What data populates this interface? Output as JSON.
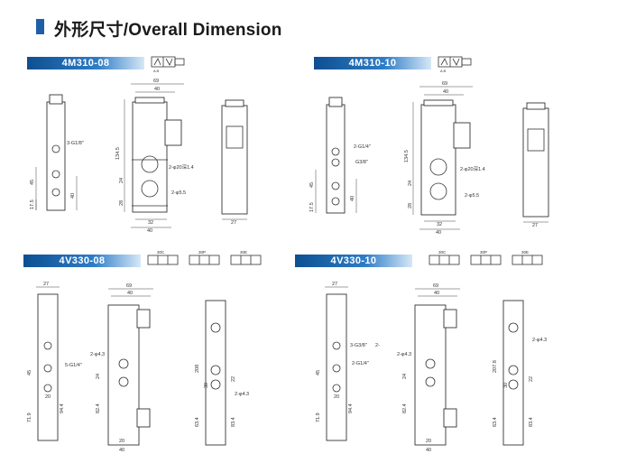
{
  "header": {
    "title": "外形尺寸/Overall Dimension"
  },
  "sections": [
    {
      "model": "4M310-08",
      "labels": {
        "w69": "69",
        "w40": "40",
        "h1345": "134.5",
        "p1": "3-G1/8\"",
        "d45": "45",
        "d175": "17.5",
        "d40": "40",
        "d24": "24",
        "d28": "28",
        "p2": "2-φ20深1.4",
        "p3": "2-φ5.5",
        "b32": "32",
        "b40": "40",
        "s27": "27"
      }
    },
    {
      "model": "4M310-10",
      "labels": {
        "w69": "69",
        "w40": "40",
        "h1345": "134.5",
        "p1": "2-G1/4\"",
        "p1b": "G3/8\"",
        "d45": "45",
        "d175": "17.5",
        "d40": "40",
        "d24": "24",
        "d28": "28",
        "p2": "2-φ20深1.4",
        "p3": "2-φ5.5",
        "b32": "32",
        "b40": "40",
        "s27": "27"
      }
    },
    {
      "model": "4V330-08",
      "symbols": [
        "30C",
        "30P",
        "30E"
      ],
      "labels": {
        "t27": "27",
        "t69": "69",
        "t40": "40",
        "p1": "5-G1/4\"",
        "d45": "45",
        "d20": "20",
        "d719": "71.9",
        "d944": "94.4",
        "m1": "2-φ4.3",
        "m24": "24",
        "m824": "82.4",
        "b20": "20",
        "b40": "40",
        "r208": "208",
        "r30": "30",
        "r22": "22",
        "r634": "63.4",
        "r834": "83.4",
        "rm": "2-φ4.3"
      }
    },
    {
      "model": "4V330-10",
      "symbols": [
        "30C",
        "30P",
        "30E"
      ],
      "labels": {
        "t27": "27",
        "t69": "69",
        "t40": "40",
        "p1": "3-G3/8\"",
        "p1b": "2-G1/4\"",
        "pz": "2-",
        "d45": "45",
        "d20": "20",
        "d719": "71.9",
        "d944": "94.4",
        "m1": "2-φ4.3",
        "m24": "24",
        "m824": "82.4",
        "b20": "20",
        "b40": "40",
        "r2078": "207.8",
        "r30": "30",
        "r22": "22",
        "r634": "63.4",
        "r834": "83.4",
        "rm": "2-φ4.3"
      }
    }
  ]
}
